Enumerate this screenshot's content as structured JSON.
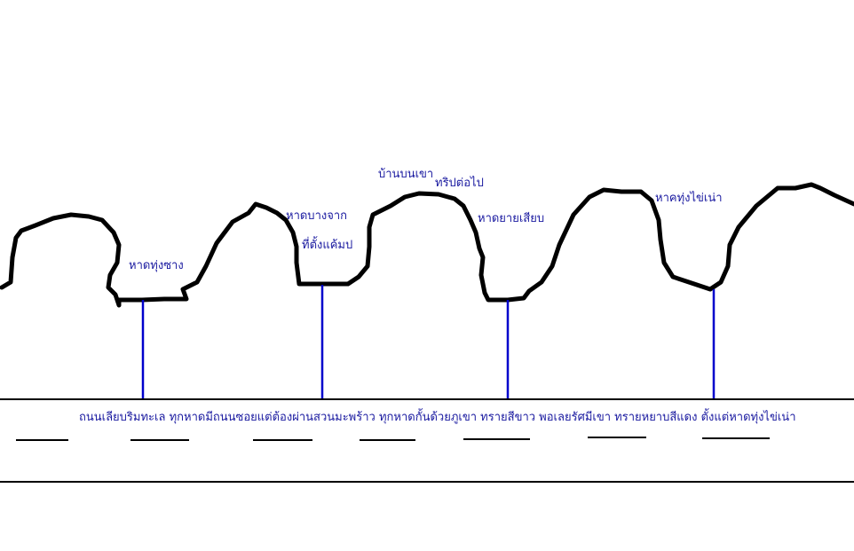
{
  "labels": {
    "hat_thung_sang": "หาดทุ่งซาง",
    "hat_bang_chak": "หาดบางจาก",
    "thi_tang_khem_p": "ที่ตั้งแค้มป",
    "ban_bon_khao": "บ้านบนเขา",
    "trip_to_pai": "ทริปต่อไป",
    "hat_yai_sia_b": "หาดยายเสียบ",
    "hat_thung_khai_nao": "หาคทุ่งไข่เน่า"
  },
  "road_caption": "ถนนเลียบริมทะเล ทุกหาดมีถนนซอยแต่ต้องผ่านสวนมะพร้าว ทุกหาดกั้นด้วยภูเขา ทรายสีขาว พอเลยรัศมีเขา ทรายหยาบสีแดง ตั้งแต่หาดทุ่งไข่เน่า",
  "colors": {
    "coastline": "#000000",
    "connector": "#0000cc",
    "road": "#000000",
    "text": "#1a1aa0",
    "background": "#ffffff"
  }
}
